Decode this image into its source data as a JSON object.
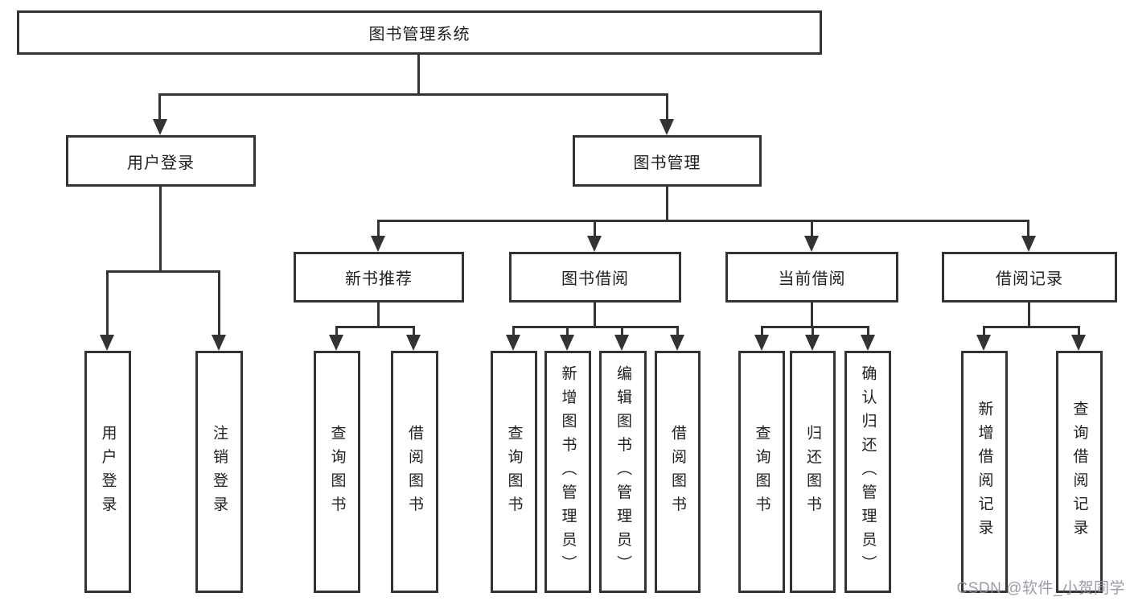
{
  "title": "图书管理系统",
  "tree": {
    "label": "图书管理系统",
    "children": [
      {
        "label": "用户登录",
        "children": [
          {
            "label": "用户登录"
          },
          {
            "label": "注销登录"
          }
        ]
      },
      {
        "label": "图书管理",
        "children": [
          {
            "label": "新书推荐",
            "children": [
              {
                "label": "查询图书"
              },
              {
                "label": "借阅图书"
              }
            ]
          },
          {
            "label": "图书借阅",
            "children": [
              {
                "label": "查询图书"
              },
              {
                "label": "新增图书（管理员）"
              },
              {
                "label": "编辑图书（管理员）"
              },
              {
                "label": "借阅图书"
              }
            ]
          },
          {
            "label": "当前借阅",
            "children": [
              {
                "label": "查询图书"
              },
              {
                "label": "归还图书"
              },
              {
                "label": "确认归还（管理员）"
              }
            ]
          },
          {
            "label": "借阅记录",
            "children": [
              {
                "label": "新增借阅记录"
              },
              {
                "label": "查询借阅记录"
              }
            ]
          }
        ]
      }
    ]
  },
  "watermark": {
    "text": "CSDN @软件_小贺同学"
  },
  "colors": {
    "line": "#333333",
    "ink": "#1f1f1f",
    "background": "#ffffff",
    "watermark": "#90929c"
  }
}
